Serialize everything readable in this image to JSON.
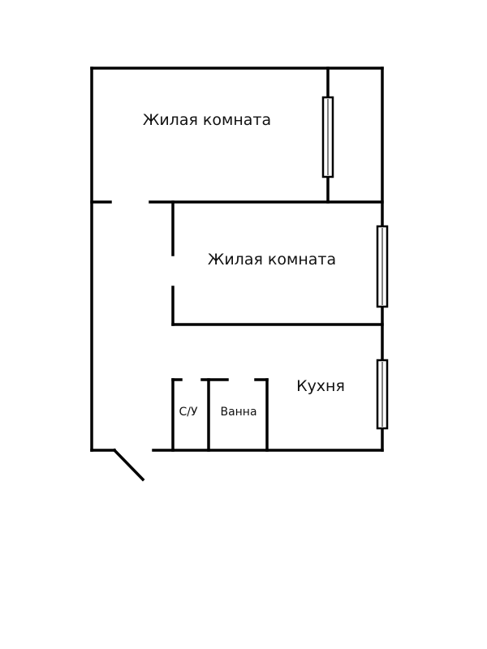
{
  "rooms": {
    "living_room_1": "Жилая комната",
    "living_room_2": "Жилая комната",
    "kitchen": "Кухня",
    "toilet": "С/У",
    "bathroom": "Ванна"
  }
}
